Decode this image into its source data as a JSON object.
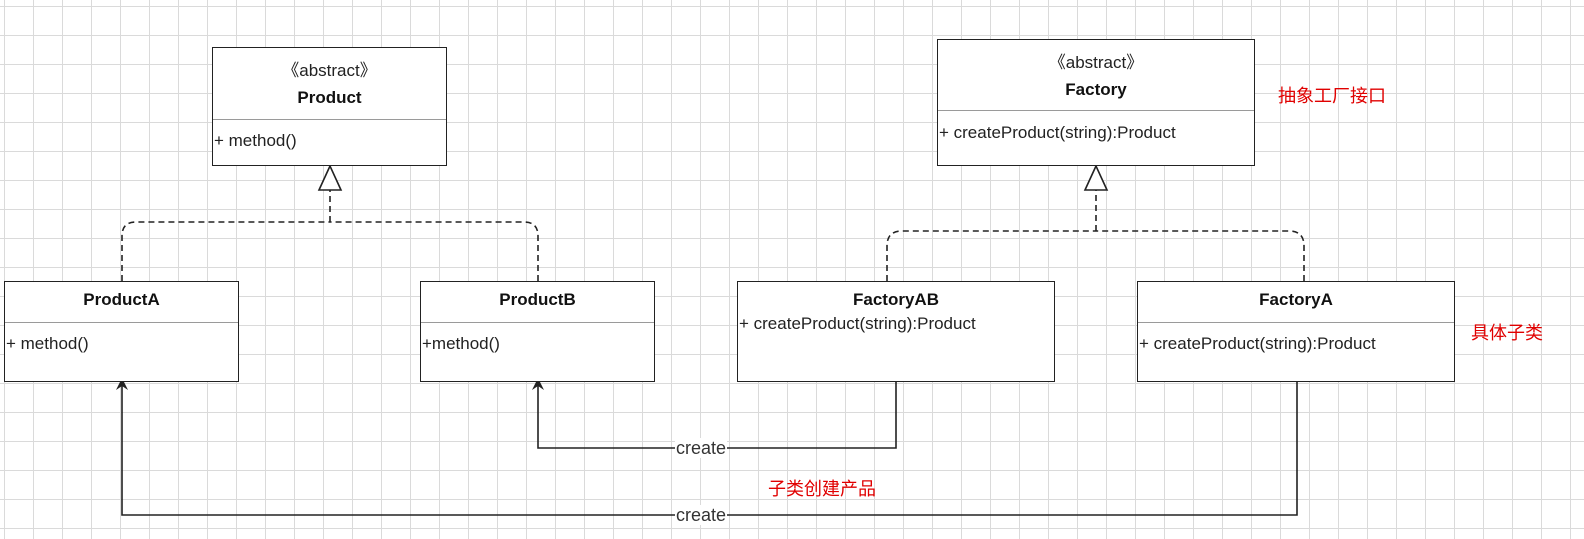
{
  "classes": {
    "product": {
      "stereotype": "《abstract》",
      "name": "Product",
      "method": "+ method()"
    },
    "factory": {
      "stereotype": "《abstract》",
      "name": "Factory",
      "method": "+ createProduct(string):Product"
    },
    "product_a": {
      "name": "ProductA",
      "method": "+ method()"
    },
    "product_b": {
      "name": "ProductB",
      "method": "+method()"
    },
    "factory_ab": {
      "name": "FactoryAB",
      "method": "+ createProduct(string):Product"
    },
    "factory_a": {
      "name": "FactoryA",
      "method": "+ createProduct(string):Product"
    }
  },
  "edges": {
    "create_factory_ab": "create",
    "create_factory_a": "create"
  },
  "notes": {
    "abstract_factory_interface": "抽象工厂接口",
    "concrete_subclass": "具体子类",
    "subclass_creates_product": "子类创建产品"
  },
  "colors": {
    "line": "#222222",
    "note": "#e00000",
    "grid": "#dadada"
  }
}
